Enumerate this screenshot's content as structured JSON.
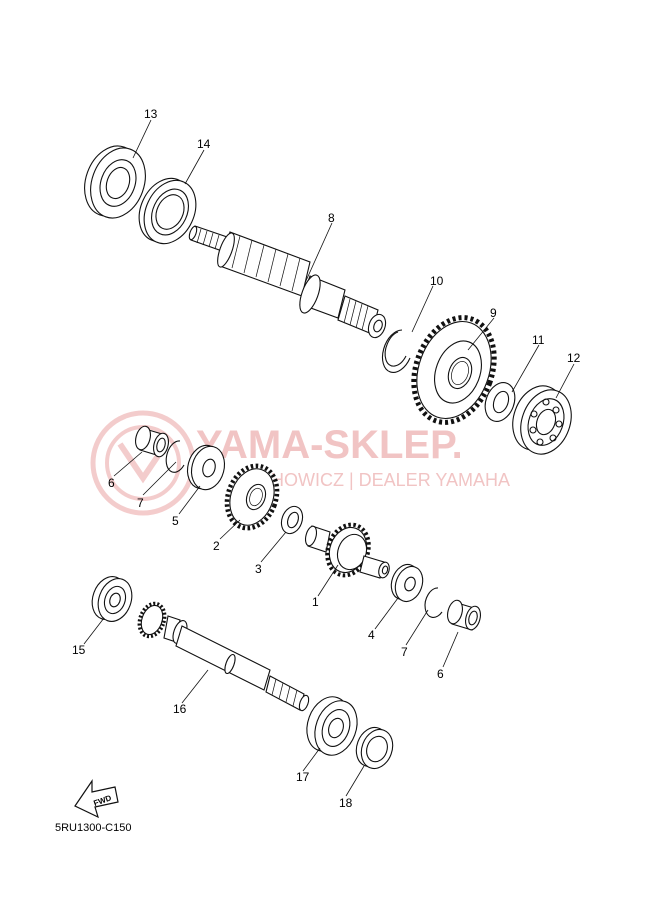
{
  "watermark": {
    "title": "YAMA-SKLEP.",
    "subtitle": "CHOWICZ | DEALER YAMAHA"
  },
  "callouts": [
    "13",
    "14",
    "8",
    "10",
    "9",
    "11",
    "12",
    "6",
    "7",
    "5",
    "2",
    "3",
    "1",
    "4",
    "7",
    "6",
    "15",
    "16",
    "17",
    "18"
  ],
  "fwd_label": "FWD",
  "drawing_code": "5RU1300-C150"
}
